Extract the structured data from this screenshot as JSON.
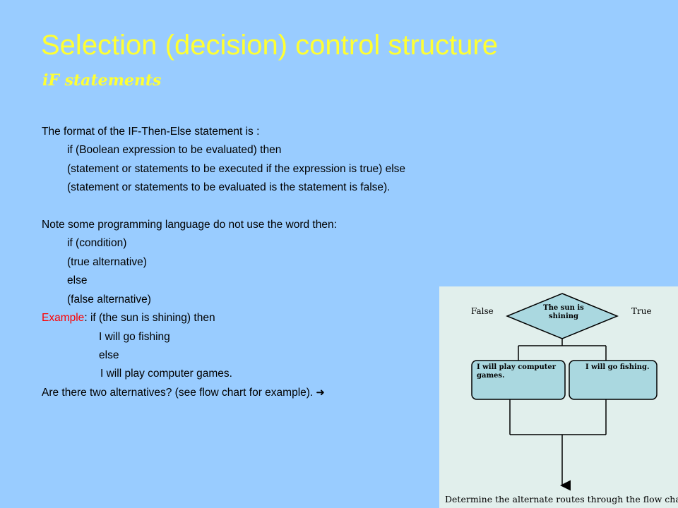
{
  "slide": {
    "title": "Selection (decision) control structure",
    "subtitle": "iF statements"
  },
  "body": {
    "lines": [
      "The format of the IF-Then-Else statement is :",
      "if (Boolean expression to be evaluated) then",
      "(statement or statements to be executed if the expression is true) else",
      "(statement or statements to be evaluated is the statement is false).",
      "Note some programming language do not use the word then:",
      "if (condition)",
      "(true alternative)",
      "else",
      "(false alternative)",
      "if (the sun is shining) then",
      "I will go fishing",
      "else",
      "I will play computer games.",
      "Are there two alternatives? (see flow chart for example)."
    ],
    "example_label": "Example",
    "example_colon": ":",
    "arrow_icon": "right-arrow-icon"
  },
  "flowchart": {
    "condition": "The sun is shining",
    "false_label": "False",
    "true_label": "True",
    "false_box": "I will play computer games.",
    "true_box": "I will go fishing.",
    "caption": "Determine the alternate routes through the flow chart."
  },
  "colors": {
    "background": "#99ccff",
    "title": "#ffff33",
    "example_label": "#ff0000",
    "flow_panel": "#e1efec",
    "flow_shape": "#aad8e0"
  }
}
